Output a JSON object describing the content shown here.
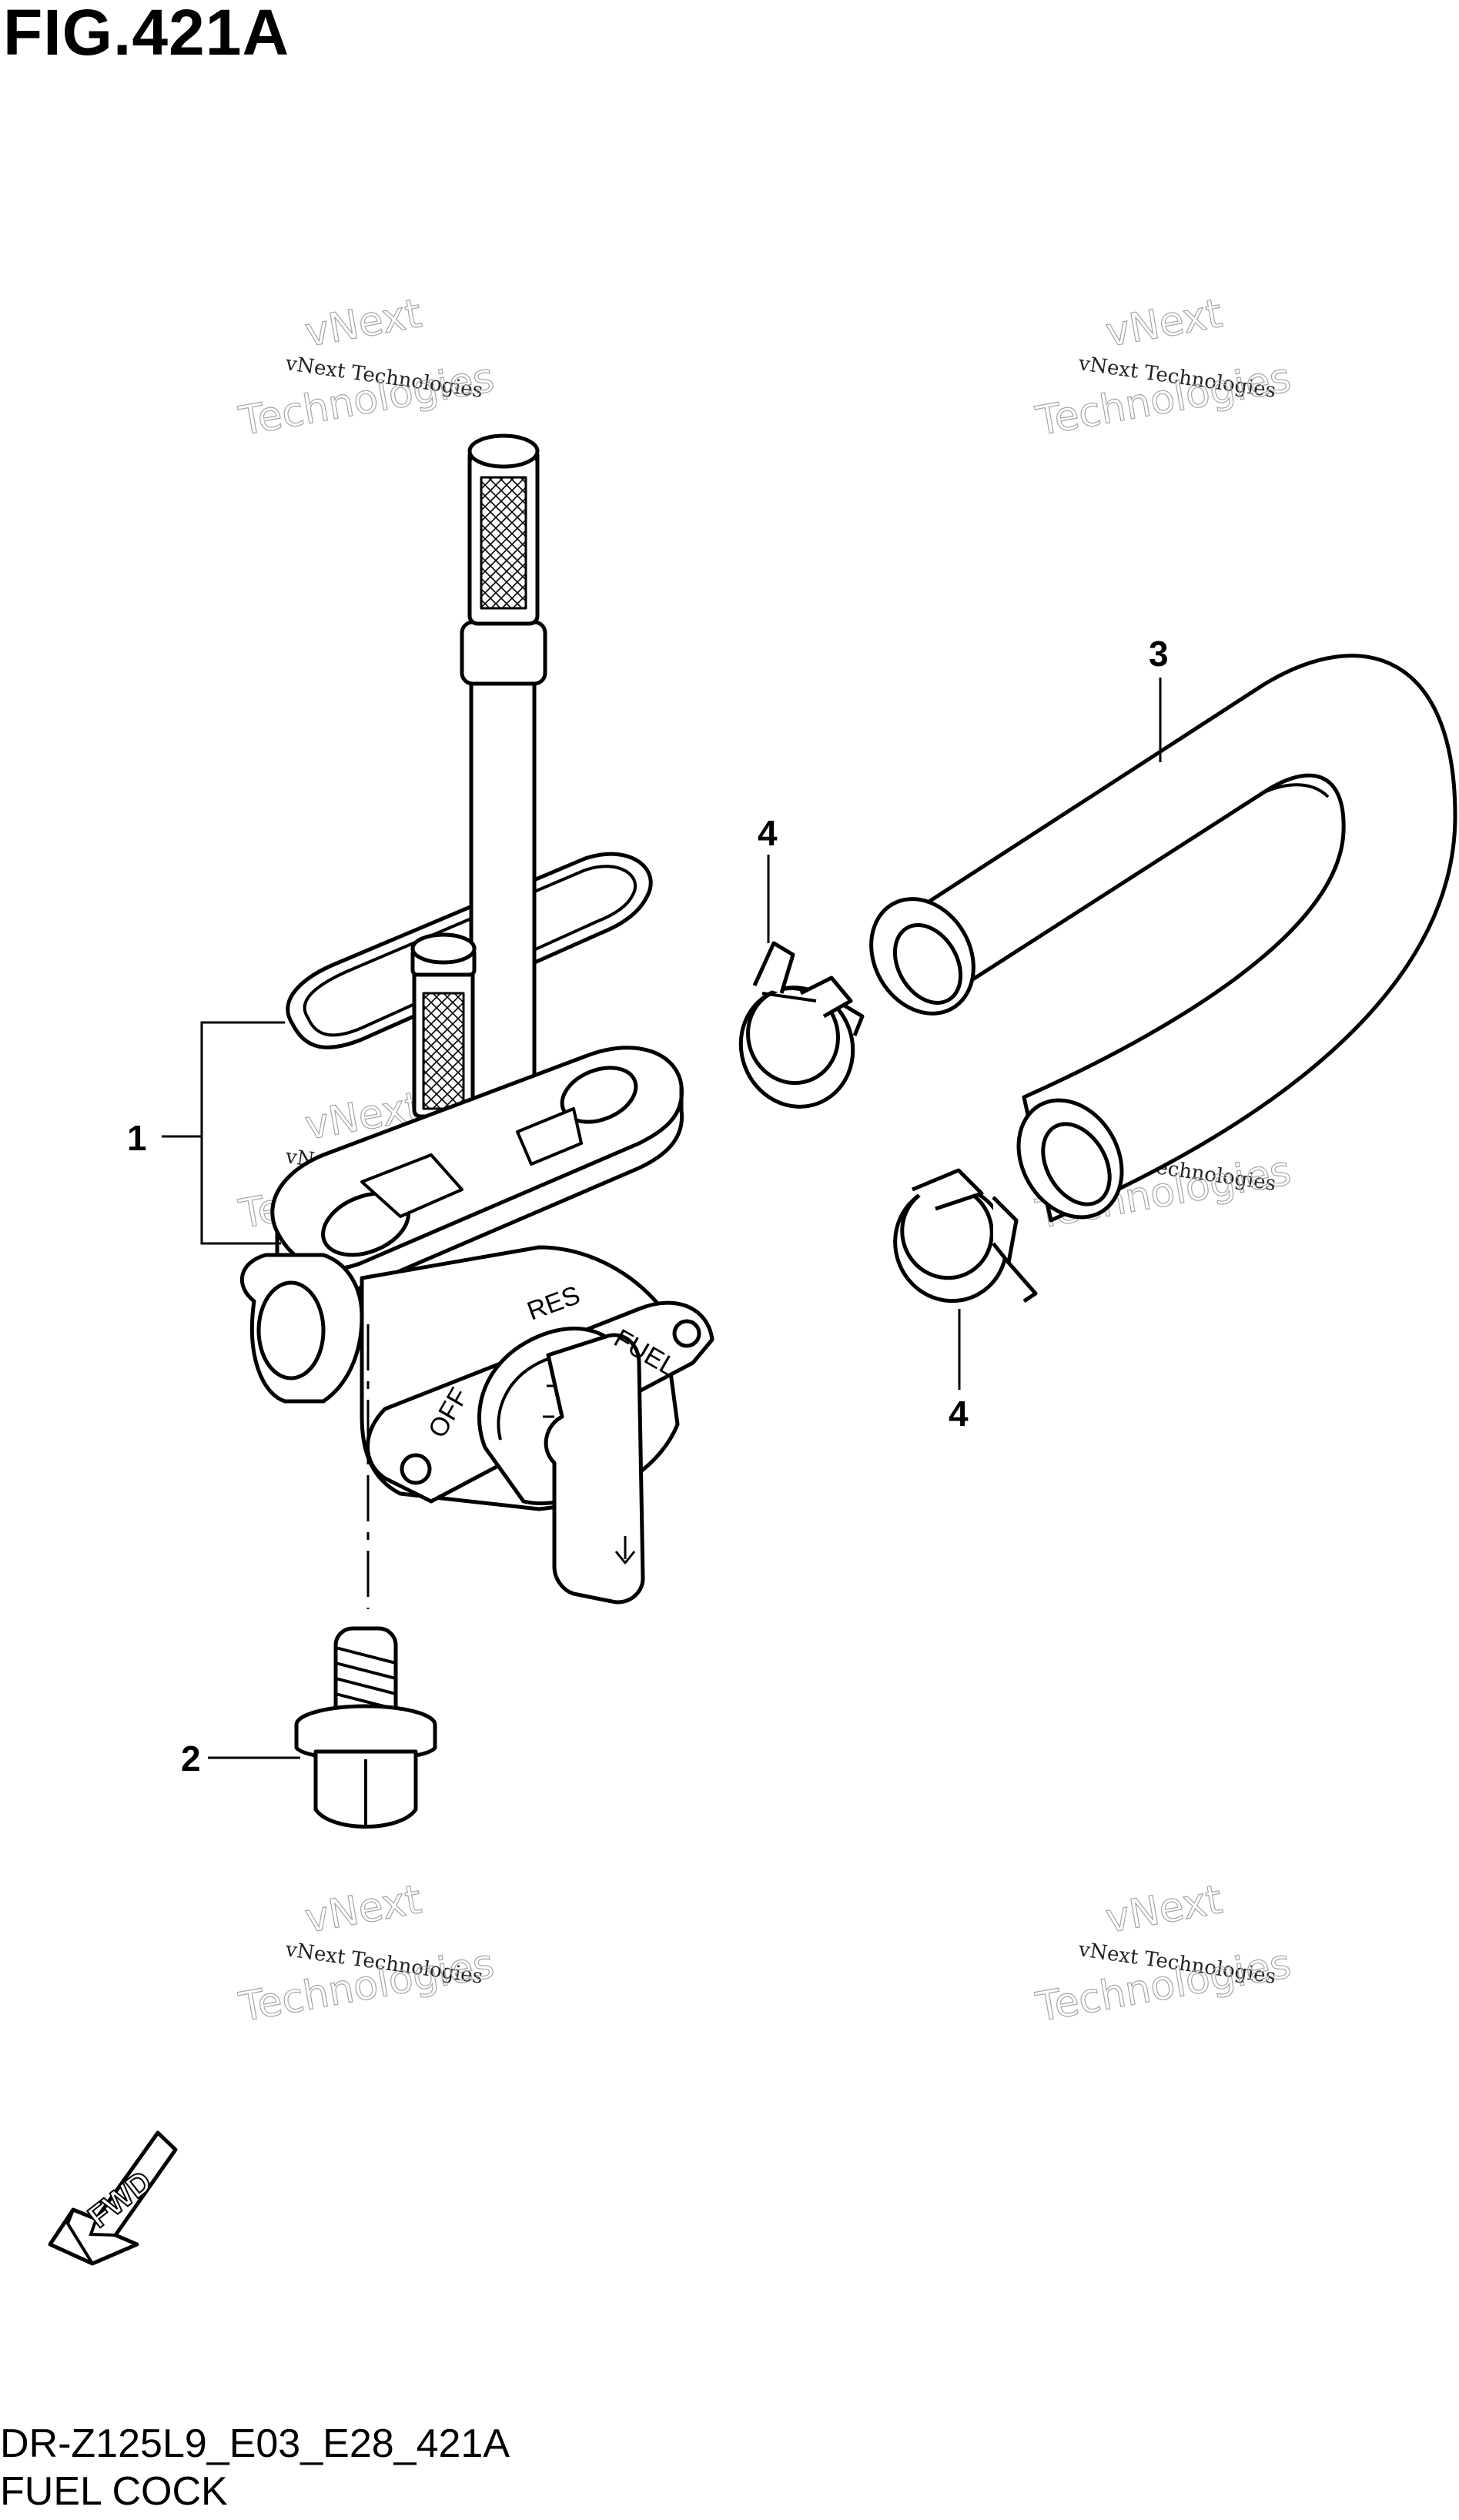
{
  "figure": {
    "title": "FIG.421A",
    "code": "DR-Z125L9_E03_E28_421A",
    "name": "FUEL COCK"
  },
  "callouts": [
    {
      "id": "1",
      "label": "1"
    },
    {
      "id": "2",
      "label": "2"
    },
    {
      "id": "3",
      "label": "3"
    },
    {
      "id": "4a",
      "label": "4"
    },
    {
      "id": "4b",
      "label": "4"
    }
  ],
  "dial": {
    "res": "RES",
    "fuel": "FUEL",
    "off": "OFF"
  },
  "fwd": {
    "label": "FWD"
  },
  "watermark": {
    "line1": "vNext",
    "line2": "vNext Technologies",
    "line3": "Technologies"
  },
  "colors": {
    "line": "#000000",
    "background": "#ffffff",
    "watermark": "#9a9a9a"
  }
}
